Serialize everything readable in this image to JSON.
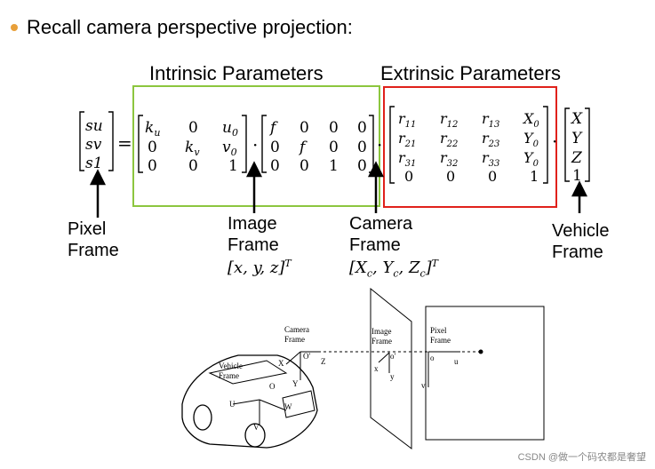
{
  "bullet": {
    "text": "Recall camera perspective projection:",
    "color": "#e8a03a"
  },
  "headers": {
    "intrinsic": "Intrinsic Parameters",
    "extrinsic": "Extrinsic Parameters"
  },
  "box_colors": {
    "intrinsic": "#8cc63f",
    "extrinsic": "#e0211b"
  },
  "equation": {
    "lhs": [
      "su",
      "sv",
      "s1"
    ],
    "equals": "=",
    "dot": "·",
    "intrinsic_K": [
      [
        "k_u",
        "0",
        "u_0"
      ],
      [
        "0",
        "k_v",
        "v_0"
      ],
      [
        "0",
        "0",
        "1"
      ]
    ],
    "projection": [
      [
        "f",
        "0",
        "0",
        "0"
      ],
      [
        "0",
        "f",
        "0",
        "0"
      ],
      [
        "0",
        "0",
        "1",
        "0"
      ]
    ],
    "extrinsic": [
      [
        "r_11",
        "r_12",
        "r_13",
        "X_0"
      ],
      [
        "r_21",
        "r_22",
        "r_23",
        "Y_0"
      ],
      [
        "r_31",
        "r_32",
        "r_33",
        "Y_0"
      ],
      [
        "0",
        "0",
        "0",
        "1"
      ]
    ],
    "rhs": [
      "X",
      "Y",
      "Z",
      "1"
    ]
  },
  "labels": {
    "pixel_frame": [
      "Pixel",
      "Frame"
    ],
    "image_frame": [
      "Image",
      "Frame"
    ],
    "image_coords": "[x, y, z]",
    "camera_frame": [
      "Camera",
      "Frame"
    ],
    "camera_coords": "[X_c, Y_c, Z_c]",
    "vehicle_frame": [
      "Vehicle",
      "Frame"
    ],
    "superscript_T": "T"
  },
  "diagram": {
    "camera_frame": [
      "Camera",
      "Frame"
    ],
    "image_frame": [
      "Image",
      "Frame"
    ],
    "pixel_frame": [
      "Pixel",
      "Frame"
    ],
    "vehicle_frame": [
      "Vehicle",
      "Frame"
    ],
    "axis_X": "X",
    "axis_Z": "Z",
    "axis_Y": "Y",
    "origin_O_prime": "O'",
    "origin_o_prime": "o'",
    "axis_x": "x",
    "axis_y": "y",
    "pixel_origin": "o",
    "axis_u": "u",
    "axis_v": "v",
    "vehicle_O": "O",
    "axis_U": "U",
    "axis_V": "V",
    "axis_W": "W"
  },
  "watermark": "CSDN @做一个码农都是奢望"
}
